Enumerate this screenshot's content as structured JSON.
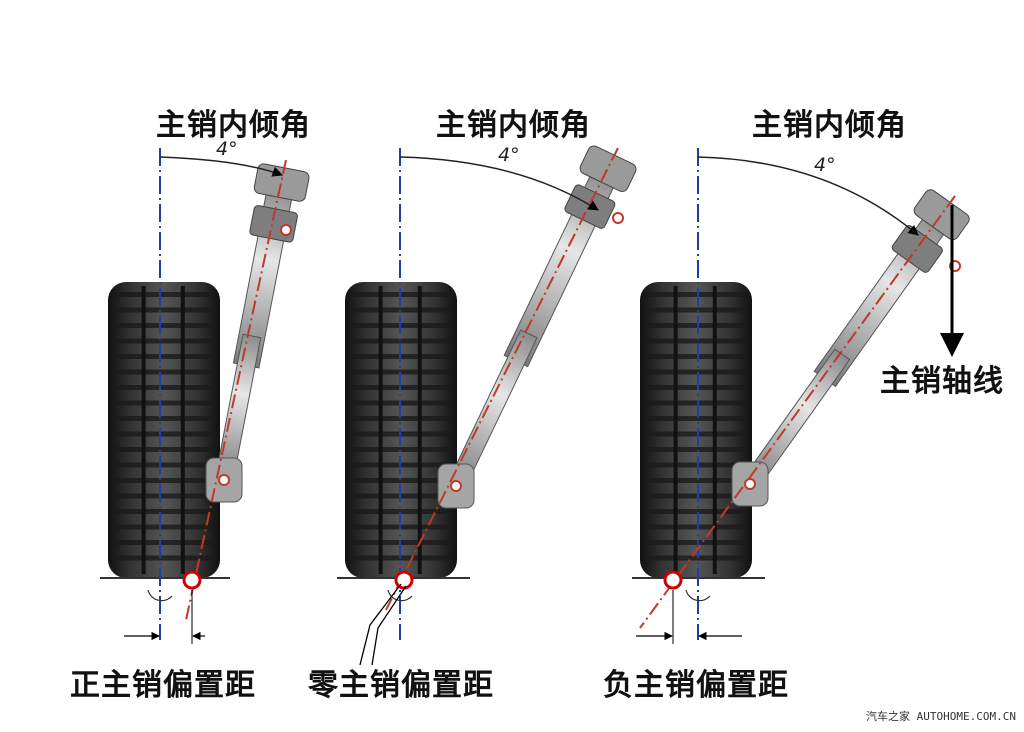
{
  "panels": [
    {
      "title": "主销内倾角",
      "angle": "4°",
      "offset_label": "正主销偏置距"
    },
    {
      "title": "主销内倾角",
      "angle": "4°",
      "offset_label": "零主销偏置距"
    },
    {
      "title": "主销内倾角",
      "angle": "4°",
      "offset_label": "负主销偏置距"
    }
  ],
  "kingpin_axis_label": "主销轴线",
  "watermark": "汽车之家 AUTOHOME.COM.CN",
  "colors": {
    "vertical_line": "#1f3fa6",
    "kingpin_line": "#c0392b",
    "tire": "#2b2b2b",
    "strut": "#b9b9b9"
  }
}
